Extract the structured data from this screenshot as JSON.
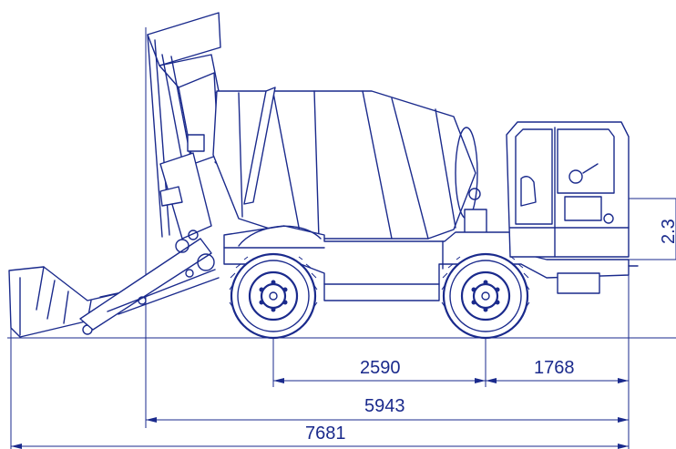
{
  "colors": {
    "line": "#1a2a8c",
    "background": "#ffffff"
  },
  "dimensions": {
    "rear_axle_to_front_axle": "2590",
    "front_axle_to_front": "1768",
    "mast_to_front": "5943",
    "overall_length": "7681",
    "cab_height_partial": "2.3"
  }
}
